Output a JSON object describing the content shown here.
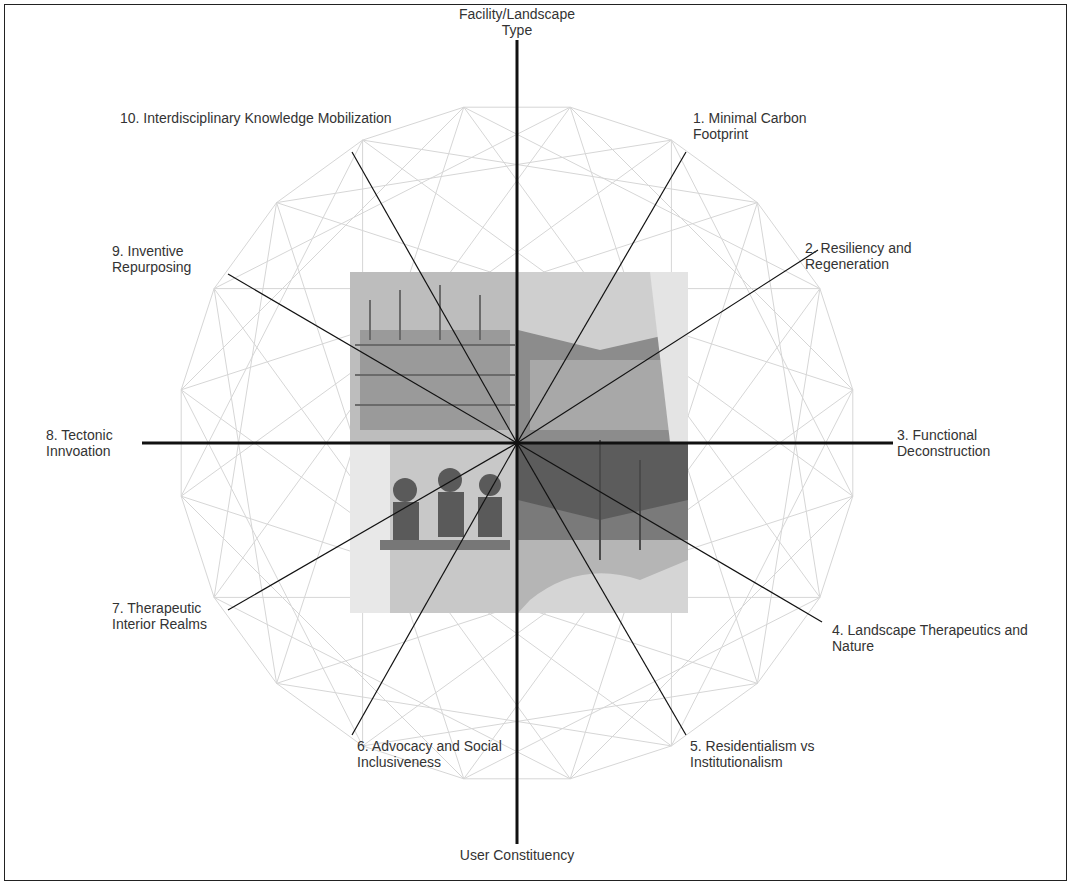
{
  "diagram": {
    "labels": [
      "Facility/Landscape Type",
      "1. Minimal Carbon Footprint",
      "2. Resiliency and Regeneration",
      "3. Functional Deconstruction",
      "4. Landscape Therapeutics and Nature",
      "5. Residentialism vs Institutionalism",
      "6. Advocacy and Social Inclusiveness",
      "7. Therapeutic Interior Realms",
      "8. Tectonic Innvoation",
      "9. Inventive Repurposing",
      "10. Interdisciplinary Knowledge Mobilization",
      "User Constituency"
    ]
  }
}
